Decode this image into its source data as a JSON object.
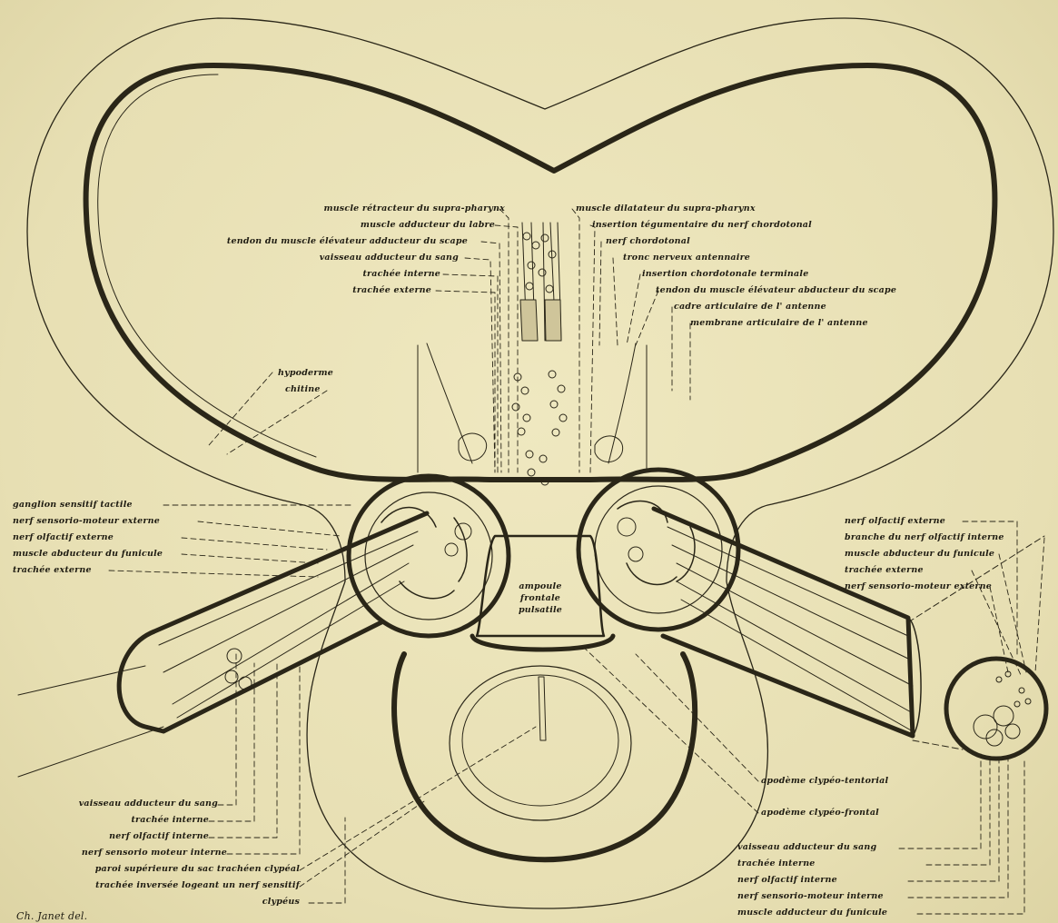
{
  "labels": {
    "top_left": [
      "muscle rétracteur du supra-pharynx",
      "muscle adducteur du labre",
      "tendon du muscle élévateur adducteur du scape",
      "vaisseau adducteur du sang",
      "trachée interne",
      "trachée externe"
    ],
    "top_right": [
      "muscle dilatateur du supra-pharynx",
      "insertion tégumentaire du nerf chordotonal",
      "nerf chordotonal",
      "tronc nerveux antennaire",
      "insertion chordotonale terminale",
      "tendon du muscle élévateur abducteur du scape",
      "cadre articulaire de l' antenne",
      "membrane articulaire de l' antenne"
    ],
    "hypoderme": "hypoderme",
    "chitine": "chitine",
    "mid_left": [
      "ganglion sensitif tactile",
      "nerf sensorio-moteur externe",
      "nerf olfactif externe",
      "muscle abducteur du funicule",
      "trachée externe"
    ],
    "mid_right": [
      "nerf olfactif externe",
      "branche du nerf olfactif interne",
      "muscle abducteur du funicule",
      "trachée externe",
      "nerf sensorio-moteur externe"
    ],
    "ampoule": [
      "ampoule",
      "frontale",
      "pulsatile"
    ],
    "apodeme_tentorial": "apodème clypéo-tentorial",
    "apodeme_frontal": "apodème clypéo-frontal",
    "bottom_left": [
      "vaisseau adducteur du sang",
      "trachée interne",
      "nerf olfactif interne",
      "nerf sensorio moteur interne",
      "paroi supérieure du sac trachéen clypéal",
      "trachée inversée logeant un nerf sensitif",
      "clypéus"
    ],
    "bottom_right": [
      "vaisseau adducteur du sang",
      "trachée interne",
      "nerf olfactif interne",
      "nerf sensorio-moteur interne",
      "muscle adducteur du funicule"
    ],
    "signature": "Ch. Janet del."
  }
}
